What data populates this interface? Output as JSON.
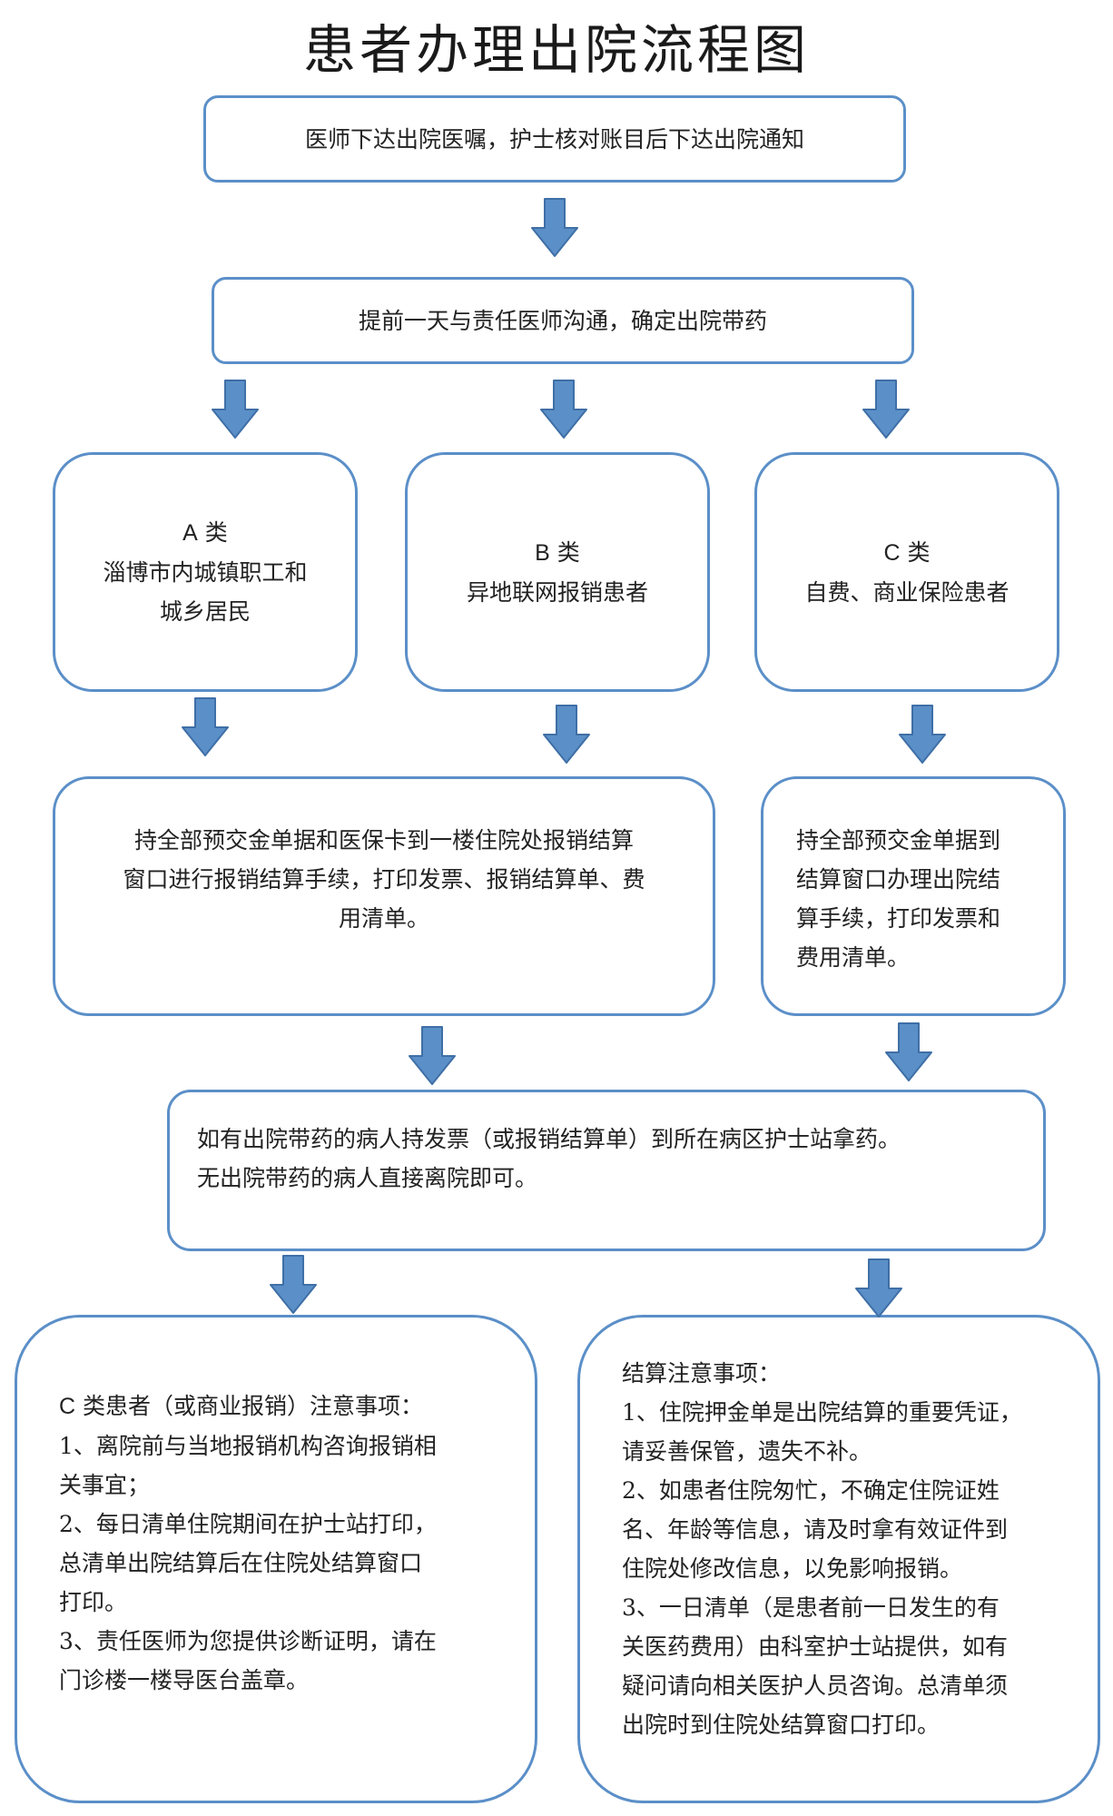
{
  "title": "患者办理出院流程图",
  "step1": "医师下达出院医嘱，护士核对账目后下达出院通知",
  "step2": "提前一天与责任医师沟通，确定出院带药",
  "category_a": {
    "code": "A",
    "suffix": " 类",
    "lines": [
      "淄博市内城镇职工和",
      "城乡居民"
    ]
  },
  "category_b": {
    "code": "B",
    "suffix": " 类",
    "lines": [
      "异地联网报销患者"
    ]
  },
  "category_c": {
    "code": "C",
    "suffix": " 类",
    "lines": [
      "自费、商业保险患者"
    ]
  },
  "settle_ab": [
    "持全部预交金单据和医保卡到一楼住院处报销结算",
    "窗口进行报销结算手续，打印发票、报销结算单、费",
    "用清单。"
  ],
  "settle_c": [
    "持全部预交金单据到",
    "结算窗口办理出院结",
    "算手续，打印发票和",
    "费用清单。"
  ],
  "medicine": [
    "如有出院带药的病人持发票（或报销结算单）到所在病区护士站拿药。",
    "无出院带药的病人直接离院即可。"
  ],
  "notes_c": {
    "heading_code": "C",
    "heading_rest": " 类患者（或商业报销）注意事项：",
    "lines": [
      "1、离院前与当地报销机构咨询报销相",
      "关事宜；",
      "2、每日清单住院期间在护士站打印，",
      "总清单出院结算后在住院处结算窗口",
      "打印。",
      "3、责任医师为您提供诊断证明，请在",
      "门诊楼一楼导医台盖章。"
    ]
  },
  "notes_settle": {
    "heading": "结算注意事项：",
    "lines": [
      "1、住院押金单是出院结算的重要凭证，",
      "请妥善保管，遗失不补。",
      "2、如患者住院匆忙，不确定住院证姓",
      "名、年龄等信息，请及时拿有效证件到",
      "住院处修改信息，以免影响报销。",
      "3、一日清单（是患者前一日发生的有",
      "关医药费用）由科室护士站提供，如有",
      "疑问请向相关医护人员咨询。总清单须",
      "出院时到住院处结算窗口打印。"
    ]
  },
  "colors": {
    "border": "#5b8fc8",
    "arrow_fill": "#5b8fc8",
    "arrow_stroke": "#3f6fa6",
    "text": "#222222"
  },
  "icons": {
    "arrow": "arrow-down-icon"
  }
}
